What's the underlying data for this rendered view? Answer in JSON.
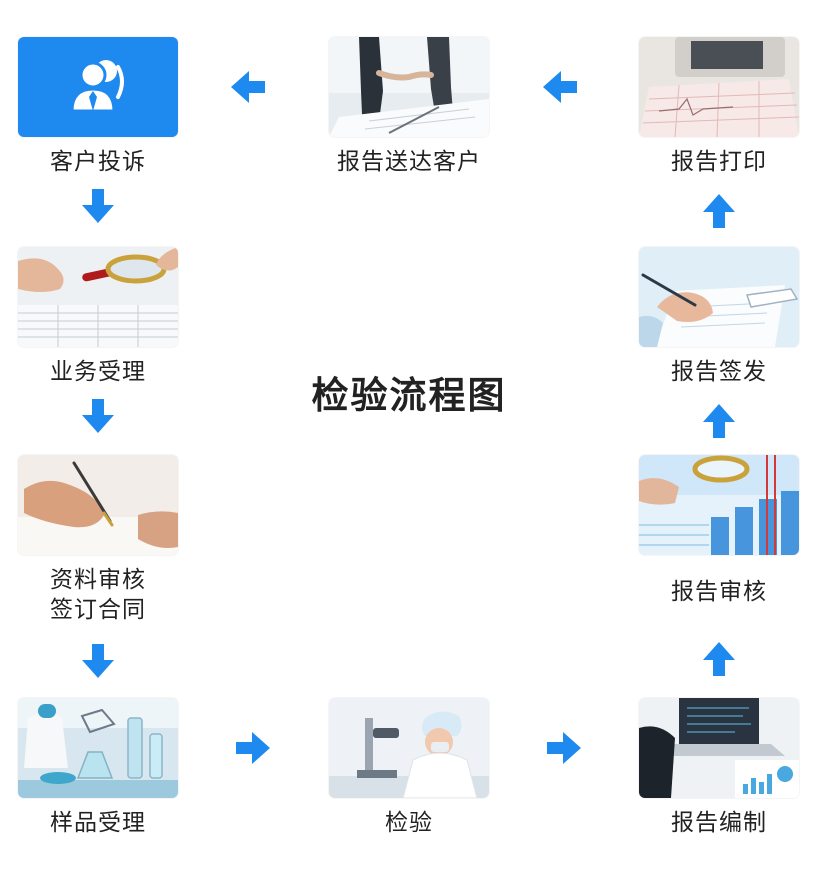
{
  "title": "检验流程图",
  "accent_color": "#1e8af0",
  "steps": {
    "complaint": {
      "label": "客户投诉",
      "icon": "customer-service-icon"
    },
    "acceptance": {
      "label": "业务受理",
      "image": "magnifier-on-document"
    },
    "review": {
      "label_line1": "资料审核",
      "label_line2": "签订合同",
      "image": "hand-writing-with-pen"
    },
    "sample": {
      "label": "样品受理",
      "image": "laboratory-glassware"
    },
    "inspection": {
      "label": "检验",
      "image": "scientist-at-microscope"
    },
    "compile": {
      "label": "报告编制",
      "image": "laptop-with-charts"
    },
    "audit": {
      "label": "报告审核",
      "image": "magnifier-on-data-chart"
    },
    "sign": {
      "label": "报告签发",
      "image": "signing-document"
    },
    "print": {
      "label": "报告打印",
      "image": "printer-output"
    },
    "deliver": {
      "label": "报告送达客户",
      "image": "business-handshake"
    }
  }
}
